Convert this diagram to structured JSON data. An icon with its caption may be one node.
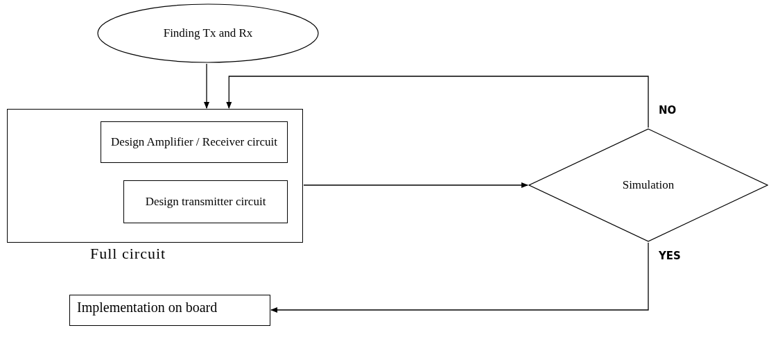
{
  "diagram": {
    "nodes": [
      {
        "text": [
          "Finding Tx and Rx"
        ]
      },
      {
        "text": [
          "Full circuit"
        ]
      },
      {
        "text": [
          "Design Amplifier / Receiver circuit"
        ],
        "in": 1
      },
      {
        "text": [
          "Design transmitter circuit"
        ],
        "in": 1
      },
      {
        "text": [
          "Simulation"
        ]
      },
      {
        "text": [
          "Implementation on board"
        ]
      }
    ],
    "edges": [
      {
        "from": 0,
        "to": 1,
        "arrow": "to"
      },
      {
        "from": 1,
        "to": 4,
        "arrow": "to"
      },
      {
        "from": 4,
        "to": 1,
        "arrow": "to",
        "label": "NO"
      },
      {
        "from": 4,
        "to": 5,
        "arrow": "to",
        "label": "YES"
      }
    ]
  }
}
